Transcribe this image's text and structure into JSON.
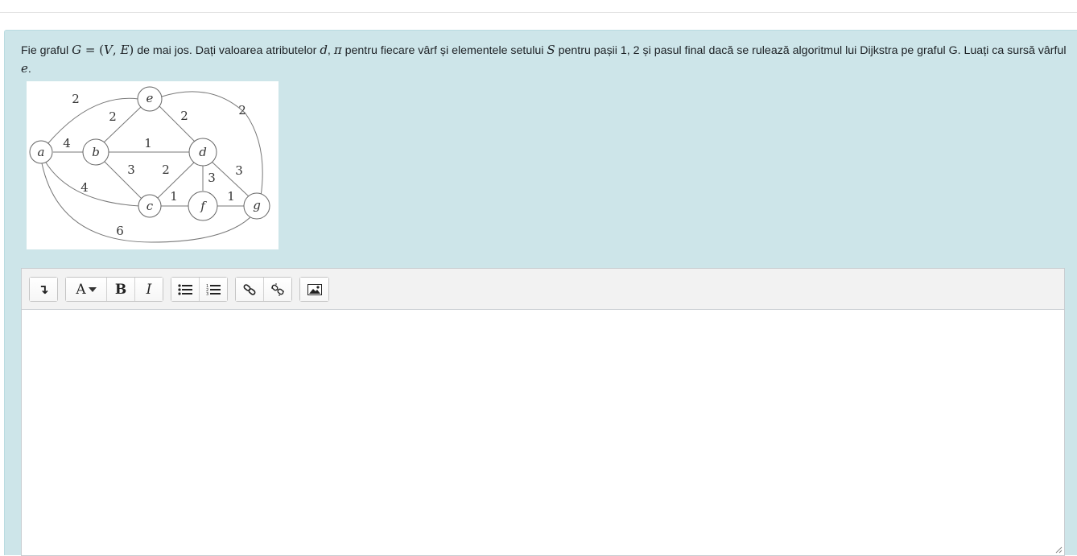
{
  "question": {
    "t1": "Fie graful ",
    "math_G": "G",
    "math_eq": " = (",
    "math_V": "V",
    "math_comma": ", ",
    "math_E": "E",
    "math_close": ")",
    "t2": " de mai jos. Dați valoarea atributelor ",
    "math_d": "d",
    "t3": ", ",
    "math_pi": "π",
    "t4": " pentru fiecare vârf și elementele setului ",
    "math_S": "S",
    "t5": " pentru pașii 1, 2 și pasul final dacă se rulează algoritmul lui Dijkstra pe graful G. Luați ca sursă vârful ",
    "math_e": "e",
    "t6": "."
  },
  "graph": {
    "nodes": [
      "a",
      "b",
      "c",
      "d",
      "e",
      "f",
      "g"
    ],
    "edges": [
      {
        "from": "a",
        "to": "e",
        "weight": "2"
      },
      {
        "from": "a",
        "to": "b",
        "weight": "4"
      },
      {
        "from": "a",
        "to": "c",
        "weight": "4"
      },
      {
        "from": "a",
        "to": "g",
        "weight": "6"
      },
      {
        "from": "b",
        "to": "e",
        "weight": "2"
      },
      {
        "from": "b",
        "to": "d",
        "weight": "1"
      },
      {
        "from": "b",
        "to": "c",
        "weight": "3"
      },
      {
        "from": "e",
        "to": "d",
        "weight": "2"
      },
      {
        "from": "e",
        "to": "g",
        "weight": "2"
      },
      {
        "from": "d",
        "to": "c",
        "weight": "2"
      },
      {
        "from": "d",
        "to": "f",
        "weight": "3"
      },
      {
        "from": "d",
        "to": "g",
        "weight": "3"
      },
      {
        "from": "c",
        "to": "f",
        "weight": "1"
      },
      {
        "from": "f",
        "to": "g",
        "weight": "1"
      }
    ]
  },
  "toolbar": {
    "collapse": "↴",
    "font_style": "A",
    "bold": "B",
    "italic": "I",
    "colors": {
      "panel": "#cde5e9",
      "toolbar": "#f2f2f2"
    }
  },
  "answer": {
    "value": ""
  }
}
